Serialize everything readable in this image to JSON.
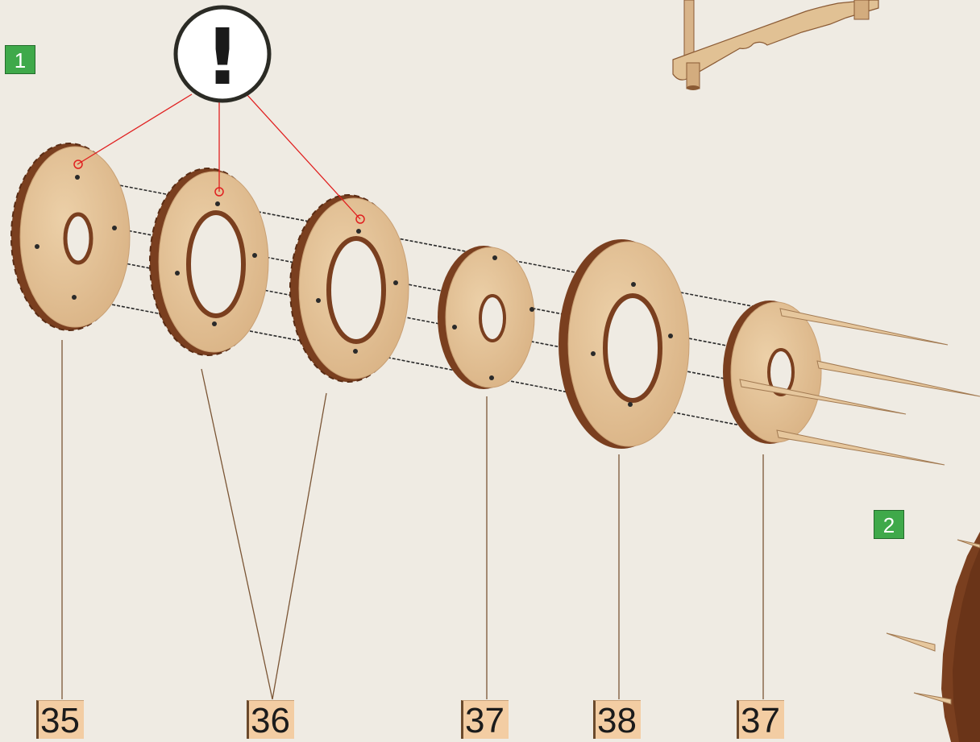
{
  "step_badges": [
    {
      "label": "1"
    },
    {
      "label": "2"
    }
  ],
  "warning_icon": {
    "symbol": "!",
    "icon": "exclamation-warning-icon"
  },
  "part_labels": [
    {
      "label": "35"
    },
    {
      "label": "36"
    },
    {
      "label": "37"
    },
    {
      "label": "38"
    },
    {
      "label": "37"
    }
  ],
  "colors": {
    "background": "#efebe3",
    "wood_face": "#e3c196",
    "wood_edge": "#7a4424",
    "leader_line": "#7a5535",
    "callout_line": "#e02020",
    "step_badge": "#3fa94a",
    "part_label": "#f3cda3"
  }
}
